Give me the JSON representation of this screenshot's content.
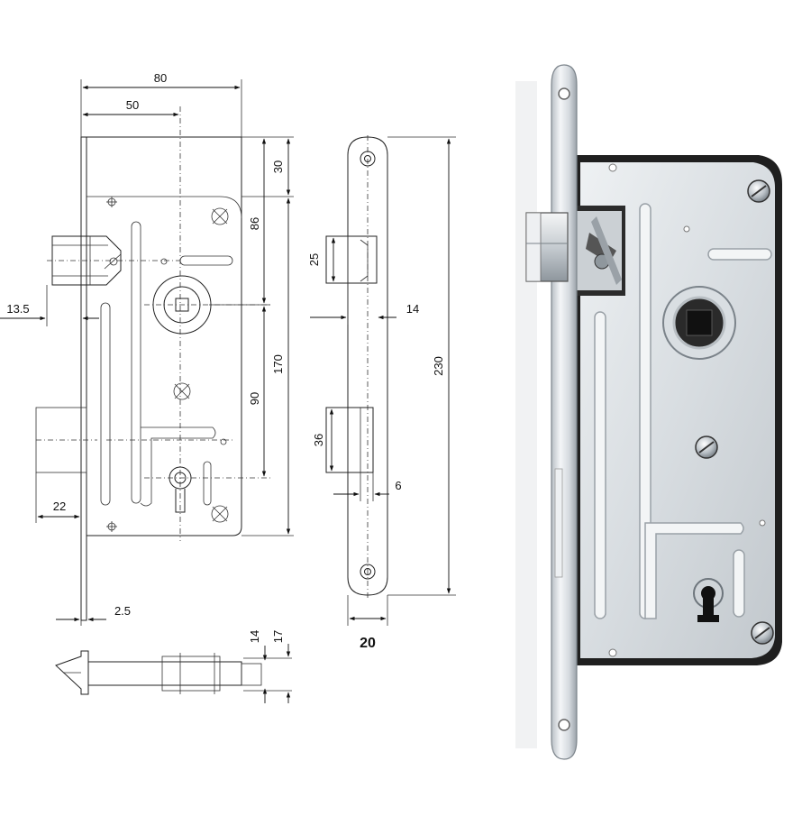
{
  "dimensions": {
    "d80": "80",
    "d50": "50",
    "d30": "30",
    "d86": "86",
    "d170": "170",
    "d90": "90",
    "d13_5": "13.5",
    "d22": "22",
    "d2_5": "2.5",
    "d25": "25",
    "d14_front": "14",
    "d230": "230",
    "d36": "36",
    "d6": "6",
    "d20": "20",
    "d14_bottom": "14",
    "d17": "17"
  },
  "colors": {
    "line": "#222222",
    "metal_light": "#e6e9ec",
    "metal_mid": "#c9ced3",
    "metal_dark": "#8d959c",
    "body_dark": "#1c1c1c"
  }
}
